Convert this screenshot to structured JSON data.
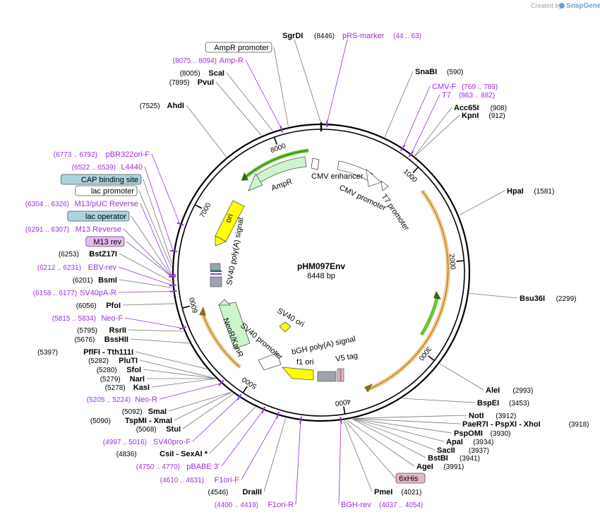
{
  "brand": {
    "prefix": "Created by",
    "name": "SnapGene"
  },
  "plasmid": {
    "name": "pHM097Env",
    "size": "8448 bp"
  },
  "ticks": [
    "1000",
    "2000",
    "3000",
    "4000",
    "5000",
    "6000",
    "7000",
    "8000"
  ],
  "top_labels": [
    {
      "name": "SgrDI",
      "pos": "(8446)",
      "kind": "site"
    },
    {
      "name": "pRS-marker",
      "pos": "(44 .. 63)",
      "kind": "primer"
    }
  ],
  "left_labels": [
    {
      "name": "AmpR promoter",
      "pos": "",
      "kind": "box-white"
    },
    {
      "name": "Amp-R",
      "pos": "(8075 .. 8094)",
      "kind": "primer"
    },
    {
      "name": "ScaI",
      "pos": "(8005)",
      "kind": "site"
    },
    {
      "name": "PvuI",
      "pos": "(7895)",
      "kind": "site"
    },
    {
      "name": "AhdI",
      "pos": "(7525)",
      "kind": "site"
    },
    {
      "name": "pBR322ori-F",
      "pos": "(6773 .. 6792)",
      "kind": "primer"
    },
    {
      "name": "L4440",
      "pos": "(6522 .. 6539)",
      "kind": "primer"
    },
    {
      "name": "CAP binding site",
      "pos": "",
      "kind": "box-teal"
    },
    {
      "name": "lac promoter",
      "pos": "",
      "kind": "box-white"
    },
    {
      "name": "M13/pUC Reverse",
      "pos": "(6304 .. 6326)",
      "kind": "primer"
    },
    {
      "name": "lac operator",
      "pos": "",
      "kind": "box-teal"
    },
    {
      "name": "M13 Reverse",
      "pos": "(6291 .. 6307)",
      "kind": "primer"
    },
    {
      "name": "M13 rev",
      "pos": "",
      "kind": "box-purple"
    },
    {
      "name": "BstZ17I",
      "pos": "(6253)",
      "kind": "site"
    },
    {
      "name": "EBV-rev",
      "pos": "(6212 .. 6231)",
      "kind": "primer"
    },
    {
      "name": "BsmI",
      "pos": "(6201)",
      "kind": "site"
    },
    {
      "name": "SV40pA-R",
      "pos": "(6158 .. 6177)",
      "kind": "primer"
    },
    {
      "name": "PfoI",
      "pos": "(6056)",
      "kind": "site"
    },
    {
      "name": "Neo-F",
      "pos": "(5815 .. 5834)",
      "kind": "primer"
    },
    {
      "name": "RsrII",
      "pos": "(5795)",
      "kind": "site"
    },
    {
      "name": "BssHII",
      "pos": "(5676)",
      "kind": "site"
    },
    {
      "name": "PflFI - Tth111I",
      "pos": "(5397)",
      "kind": "site"
    },
    {
      "name": "PluTI",
      "pos": "(5282)",
      "kind": "site"
    },
    {
      "name": "SfoI",
      "pos": "(5280)",
      "kind": "site"
    },
    {
      "name": "NarI",
      "pos": "(5279)",
      "kind": "site"
    },
    {
      "name": "KasI",
      "pos": "(5278)",
      "kind": "site"
    },
    {
      "name": "Neo-R",
      "pos": "(5205 .. 5224)",
      "kind": "primer"
    },
    {
      "name": "SmaI",
      "pos": "(5092)",
      "kind": "site"
    },
    {
      "name": "TspMI - XmaI",
      "pos": "(5090)",
      "kind": "site"
    },
    {
      "name": "StuI",
      "pos": "(5068)",
      "kind": "site"
    },
    {
      "name": "SV40pro-F",
      "pos": "(4997 .. 5016)",
      "kind": "primer"
    },
    {
      "name": "CsiI - SexAI *",
      "pos": "(4836)",
      "kind": "site"
    },
    {
      "name": "pBABE 3'",
      "pos": "(4750 .. 4770)",
      "kind": "primer"
    },
    {
      "name": "F1ori-F",
      "pos": "(4610 .. 4631)",
      "kind": "primer"
    },
    {
      "name": "DraIII",
      "pos": "(4546)",
      "kind": "site"
    },
    {
      "name": "F1ori-R",
      "pos": "(4400 .. 4419)",
      "kind": "primer"
    }
  ],
  "right_labels": [
    {
      "name": "SnaBI",
      "pos": "(590)",
      "kind": "site"
    },
    {
      "name": "CMV-F",
      "pos": "(769 .. 789)",
      "kind": "primer"
    },
    {
      "name": "T7",
      "pos": "(863 .. 882)",
      "kind": "primer"
    },
    {
      "name": "Acc65I",
      "pos": "(908)",
      "kind": "site"
    },
    {
      "name": "KpnI",
      "pos": "(912)",
      "kind": "site"
    },
    {
      "name": "HpaI",
      "pos": "(1581)",
      "kind": "site"
    },
    {
      "name": "Bsu36I",
      "pos": "(2299)",
      "kind": "site"
    },
    {
      "name": "AleI",
      "pos": "(2993)",
      "kind": "site"
    },
    {
      "name": "BspEI",
      "pos": "(3453)",
      "kind": "site"
    },
    {
      "name": "NotI",
      "pos": "(3912)",
      "kind": "site"
    },
    {
      "name": "PaeR7I - PspXI - XhoI",
      "pos": "(3918)",
      "kind": "site"
    },
    {
      "name": "PspOMI",
      "pos": "(3930)",
      "kind": "site"
    },
    {
      "name": "ApaI",
      "pos": "(3934)",
      "kind": "site"
    },
    {
      "name": "SacII",
      "pos": "(3937)",
      "kind": "site"
    },
    {
      "name": "BstBI",
      "pos": "(3941)",
      "kind": "site"
    },
    {
      "name": "AgeI",
      "pos": "(3991)",
      "kind": "site"
    },
    {
      "name": "6xHis",
      "pos": "",
      "kind": "box-pink"
    },
    {
      "name": "PmeI",
      "pos": "(4021)",
      "kind": "site"
    },
    {
      "name": "BGH-rev",
      "pos": "(4037 .. 4054)",
      "kind": "primer"
    }
  ],
  "features": {
    "ampr": "AmpR",
    "ori": "ori",
    "cmv_enhancer": "CMV enhancer",
    "cmv_promoter": "CMV promoter",
    "t7_promoter": "T7 promoter",
    "sv40_polya": "SV40 poly(A) signal",
    "sv40_ori": "SV40 ori",
    "neo": "NeoR/KanR",
    "sv40_promoter": "SV40 promoter",
    "bgh": "bGH poly(A) signal",
    "f1": "f1 ori",
    "v5": "V5 tag"
  },
  "colors": {
    "primer": "#9b30d9",
    "ampr_fill": "#ccf5cc",
    "ori_fill": "#ffff00",
    "orf_orange": "#f5c98a",
    "orf_green": "#64c832",
    "box_teal": "#a9d3df",
    "box_purple": "#e8b8f5",
    "box_pink": "#e8b7c4",
    "grey_feature": "#9ca3aa"
  }
}
